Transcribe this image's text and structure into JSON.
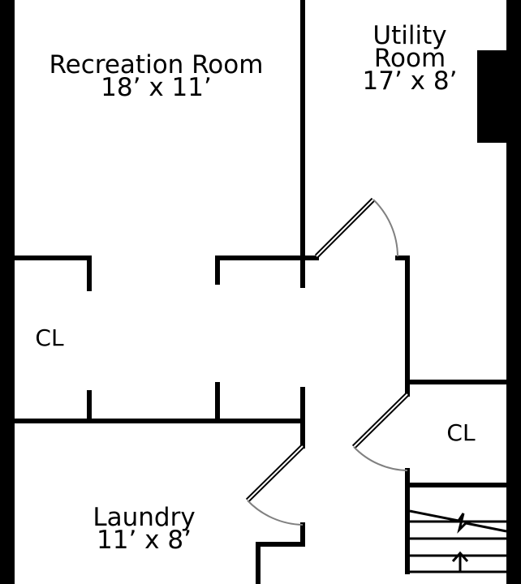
{
  "rooms": {
    "recreation": {
      "name": "Recreation Room",
      "size": "18’ x 11’"
    },
    "utility": {
      "name_line1": "Utility",
      "name_line2": "Room",
      "size": "17’ x 8’"
    },
    "laundry": {
      "name": "Laundry",
      "size": "11’ x 8’"
    },
    "closet_left": {
      "name": "CL"
    },
    "closet_right": {
      "name": "CL"
    }
  },
  "colors": {
    "wall": "#000000",
    "door_swing": "#808080"
  }
}
